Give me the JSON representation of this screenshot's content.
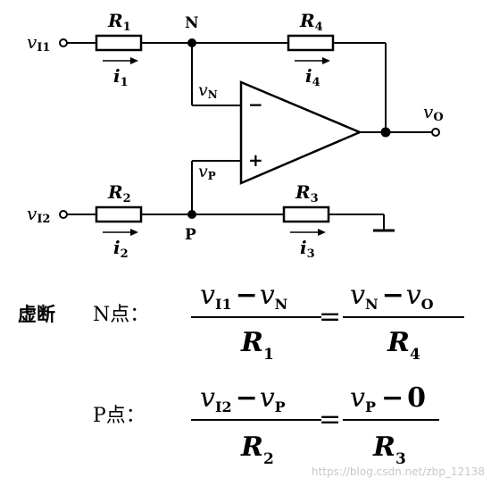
{
  "circuit": {
    "inputs": {
      "vI1": {
        "v": "v",
        "sub": "I1"
      },
      "vI2": {
        "v": "v",
        "sub": "I2"
      }
    },
    "output": {
      "v": "v",
      "sub": "O"
    },
    "nodes": {
      "N": "N",
      "P": "P"
    },
    "resistors": {
      "R1": {
        "R": "R",
        "sub": "1"
      },
      "R2": {
        "R": "R",
        "sub": "2"
      },
      "R3": {
        "R": "R",
        "sub": "3"
      },
      "R4": {
        "R": "R",
        "sub": "4"
      }
    },
    "currents": {
      "i1": {
        "i": "i",
        "sub": "1"
      },
      "i2": {
        "i": "i",
        "sub": "2"
      },
      "i3": {
        "i": "i",
        "sub": "3"
      },
      "i4": {
        "i": "i",
        "sub": "4"
      }
    },
    "opamp": {
      "vN": {
        "v": "v",
        "sub": "N"
      },
      "vP": {
        "v": "v",
        "sub": "P"
      },
      "minus": "−",
      "plus": "+"
    }
  },
  "equations": {
    "virtual_open_label": "虚断",
    "N_label": "N点：",
    "P_label": "P点：",
    "eqN": {
      "left_num": {
        "a": "v",
        "a_sub": "I1",
        "op": "−",
        "b": "v",
        "b_sub": "N"
      },
      "left_den": {
        "R": "R",
        "sub": "1"
      },
      "equals": "=",
      "right_num": {
        "a": "v",
        "a_sub": "N",
        "op": "−",
        "b": "v",
        "b_sub": "O"
      },
      "right_den": {
        "R": "R",
        "sub": "4"
      }
    },
    "eqP": {
      "left_num": {
        "a": "v",
        "a_sub": "I2",
        "op": "−",
        "b": "v",
        "b_sub": "P"
      },
      "left_den": {
        "R": "R",
        "sub": "2"
      },
      "equals": "=",
      "right_num": {
        "a": "v",
        "a_sub": "P",
        "op": "−",
        "b": "0"
      },
      "right_den": {
        "R": "R",
        "sub": "3"
      }
    }
  },
  "watermark": "https://blog.csdn.net/zbp_12138"
}
